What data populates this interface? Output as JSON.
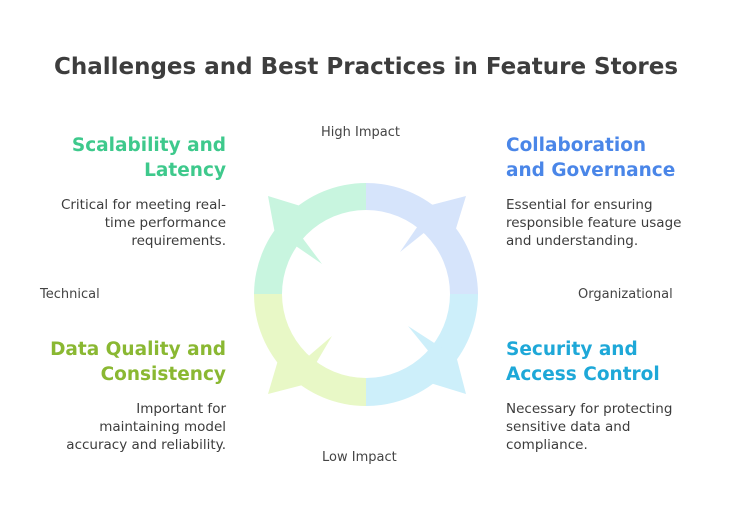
{
  "title": "Challenges and Best Practices in Feature Stores",
  "axes": {
    "top": "High Impact",
    "bottom": "Low Impact",
    "left": "Technical",
    "right": "Organizational"
  },
  "quadrants": {
    "top_left": {
      "heading_line1": "Scalability and",
      "heading_line2": "Latency",
      "desc_line1": "Critical for meeting real-",
      "desc_line2": "time performance",
      "desc_line3": "requirements.",
      "color": "#3ec98c"
    },
    "top_right": {
      "heading_line1": "Collaboration",
      "heading_line2": "and Governance",
      "desc_line1": "Essential for ensuring",
      "desc_line2": "responsible feature usage",
      "desc_line3": "and understanding.",
      "color": "#4a86e8"
    },
    "bottom_left": {
      "heading_line1": "Data Quality and",
      "heading_line2": "Consistency",
      "desc_line1": "Important for",
      "desc_line2": "maintaining model",
      "desc_line3": "accuracy and reliability.",
      "color": "#8ab832"
    },
    "bottom_right": {
      "heading_line1": "Security and",
      "heading_line2": "Access Control",
      "desc_line1": "Necessary for protecting",
      "desc_line2": "sensitive data and",
      "desc_line3": "compliance.",
      "color": "#1ea8d8"
    }
  },
  "cycle_colors": {
    "top_left": "#c8f5df",
    "top_right": "#d6e4fb",
    "bottom_right": "#cdeffa",
    "bottom_left": "#e8f8c6"
  }
}
